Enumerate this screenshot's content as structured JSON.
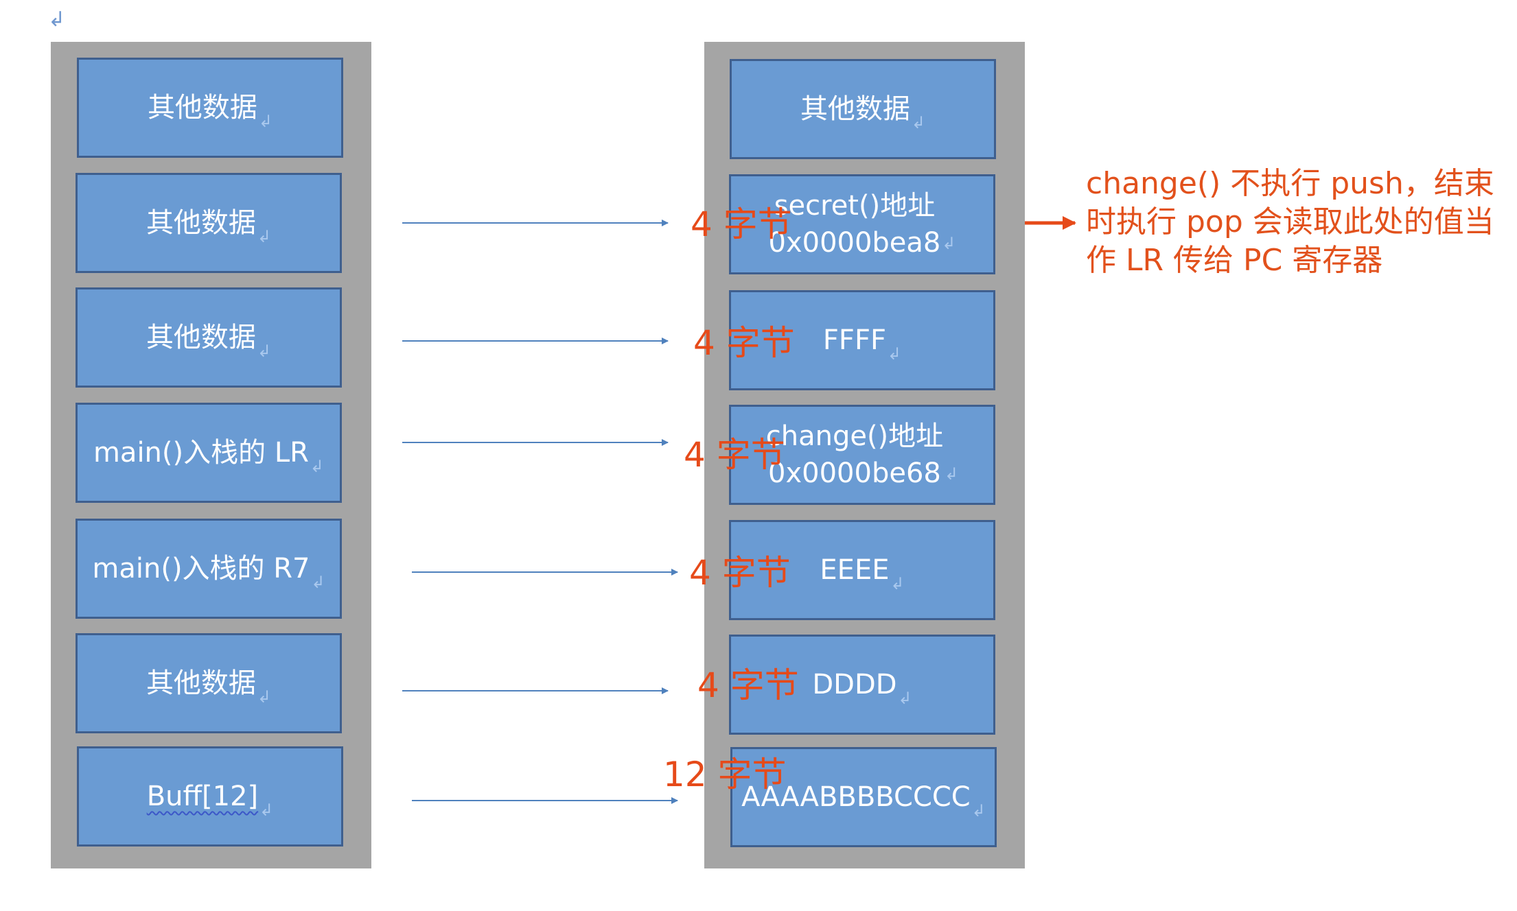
{
  "left_stack": [
    {
      "label": "其他数据"
    },
    {
      "label": "其他数据"
    },
    {
      "label": "其他数据"
    },
    {
      "label": "main()入栈的 LR"
    },
    {
      "label": "main()入栈的 R7"
    },
    {
      "label": "其他数据"
    },
    {
      "label": "Buff[12]"
    }
  ],
  "right_stack": [
    {
      "line1": "其他数据",
      "line2": ""
    },
    {
      "line1": "secret()地址",
      "line2": "0x0000bea8"
    },
    {
      "line1": "FFFF",
      "line2": ""
    },
    {
      "line1": "change()地址",
      "line2": "0x0000be68"
    },
    {
      "line1": "EEEE",
      "line2": ""
    },
    {
      "line1": "DDDD",
      "line2": ""
    },
    {
      "line1": "AAAABBBBCCCC",
      "line2": ""
    }
  ],
  "byte_labels": [
    "4 字节",
    "4 字节",
    "4 字节",
    "4 字节",
    "4 字节",
    "12 字节"
  ],
  "annotation": {
    "line1": "change() 不执行 push，结束",
    "line2": "时执行 pop 会读取此处的值当",
    "line3": "作 LR 传给 PC 寄存器"
  },
  "colors": {
    "cell_fill": "#6a9bd3",
    "cell_border": "#3f5f8e",
    "column_bg": "#a5a5a5",
    "arrow_blue": "#4f81bd",
    "label_red": "#e64a19"
  },
  "icons": {
    "paragraph_mark": "return-arrow-icon"
  }
}
